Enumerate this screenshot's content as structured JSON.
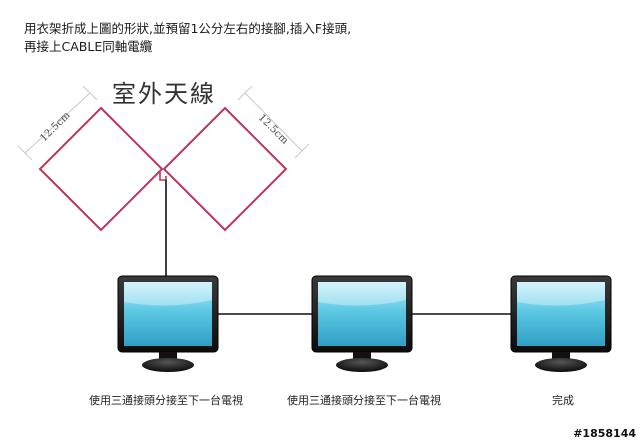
{
  "instructions": {
    "line1": "用衣架折成上圖的形狀,並預留1公分左右的接腳,插入F接頭,",
    "line2": "再接上CABLE同軸電纜"
  },
  "antenna": {
    "title": "室外天線",
    "left_dimension": "12.5cm",
    "right_dimension": "12.5cm"
  },
  "monitors": [
    {
      "caption": "使用三通接頭分接至下一台電視"
    },
    {
      "caption": "使用三通接頭分接至下一台電視"
    },
    {
      "caption": "完成"
    }
  ],
  "colors": {
    "antenna_wire": "#c0345a",
    "screen": "#5cc8e4",
    "bezel": "#1c1c1c"
  },
  "watermark": "#1858144"
}
